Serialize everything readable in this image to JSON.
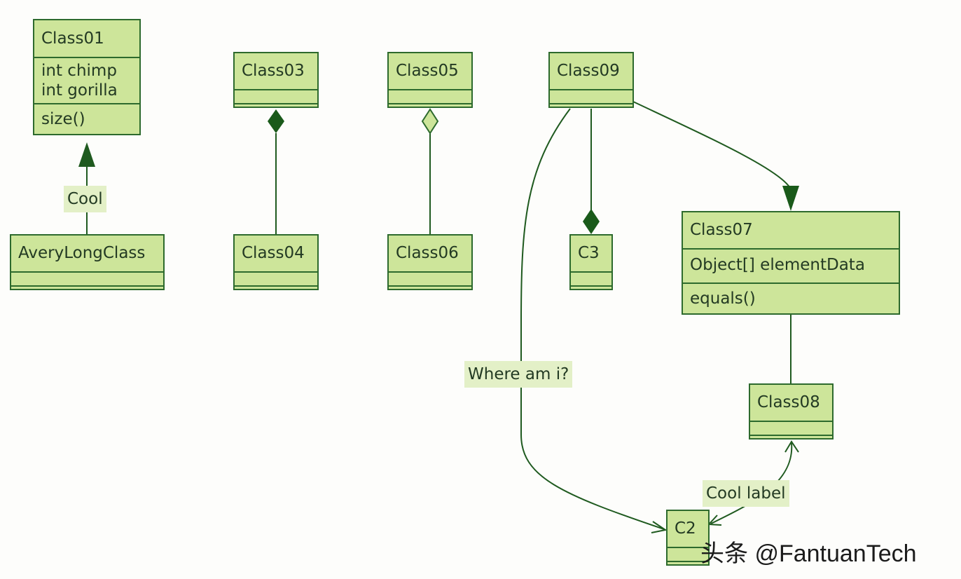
{
  "classes": {
    "class01": {
      "name": "Class01",
      "attrs": [
        "int chimp",
        "int gorilla"
      ],
      "ops": [
        "size()"
      ]
    },
    "averylong": {
      "name": "AveryLongClass"
    },
    "class03": {
      "name": "Class03"
    },
    "class04": {
      "name": "Class04"
    },
    "class05": {
      "name": "Class05"
    },
    "class06": {
      "name": "Class06"
    },
    "class09": {
      "name": "Class09"
    },
    "c3": {
      "name": "C3"
    },
    "class07": {
      "name": "Class07",
      "attrs": [
        "Object[] elementData"
      ],
      "ops": [
        "equals()"
      ]
    },
    "class08": {
      "name": "Class08"
    },
    "c2": {
      "name": "C2"
    }
  },
  "labels": {
    "cool": "Cool",
    "where_am_i": "Where am i?",
    "cool_label": "Cool label"
  },
  "watermark": "头条 @FantuanTech",
  "colors": {
    "fill": "#cde59a",
    "stroke": "#2d6a2d",
    "label_bg": "#e3f0c7",
    "arrow": "#1a5a1a"
  }
}
